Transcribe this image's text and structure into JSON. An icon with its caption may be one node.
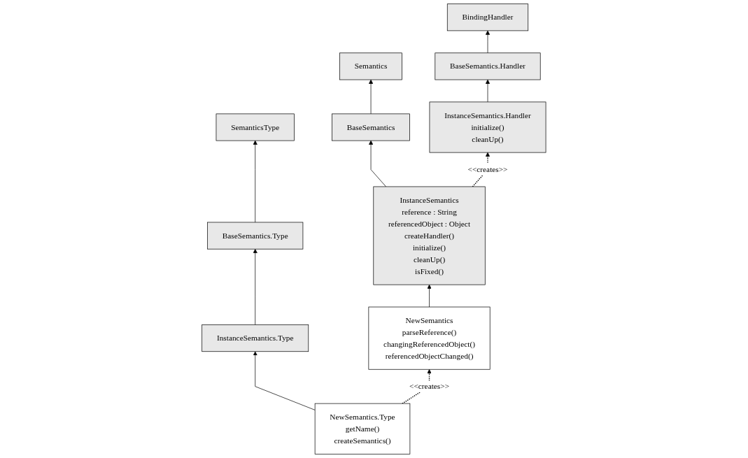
{
  "diagram": {
    "nodes": [
      {
        "text": [
          "SemanticsType"
        ]
      },
      {
        "text": [
          "Semantics"
        ]
      },
      {
        "text": [
          "BindingHandler"
        ]
      },
      {
        "text": [
          "BaseSemantics.Type"
        ]
      },
      {
        "text": [
          "BaseSemantics"
        ]
      },
      {
        "text": [
          "BaseSemantics.Handler"
        ]
      },
      {
        "text": [
          "InstanceSemantics.Type"
        ]
      },
      {
        "text": [
          "InstanceSemantics",
          "reference : String",
          "referencedObject : Object",
          "createHandler()",
          "initialize()",
          "cleanUp()",
          "isFixed()"
        ]
      },
      {
        "text": [
          "InstanceSemantics.Handler",
          "initialize()",
          "cleanUp()"
        ]
      },
      {
        "text": [
          "NewSemantics.Type",
          "getName()",
          "createSemantics()"
        ]
      },
      {
        "text": [
          "NewSemantics",
          "parseReference()",
          "changingReferencedObject()",
          "referencedObjectChanged()"
        ]
      }
    ],
    "edges": [
      {
        "from": 3,
        "to": 0,
        "arrow": "to"
      },
      {
        "from": 4,
        "to": 1,
        "arrow": "to"
      },
      {
        "from": 5,
        "to": 2,
        "arrow": "to"
      },
      {
        "from": 6,
        "to": 3,
        "arrow": "to"
      },
      {
        "from": 7,
        "to": 4,
        "arrow": "to"
      },
      {
        "from": 8,
        "to": 5,
        "arrow": "to"
      },
      {
        "from": 9,
        "to": 6,
        "arrow": "to"
      },
      {
        "from": 10,
        "to": 7,
        "arrow": "to"
      },
      {
        "from": 7,
        "to": 8,
        "arrow": "to",
        "label": "<<creates>>",
        "style": "dashed"
      },
      {
        "from": 9,
        "to": 10,
        "arrow": "to",
        "label": "<<creates>>",
        "style": "dashed"
      }
    ]
  }
}
